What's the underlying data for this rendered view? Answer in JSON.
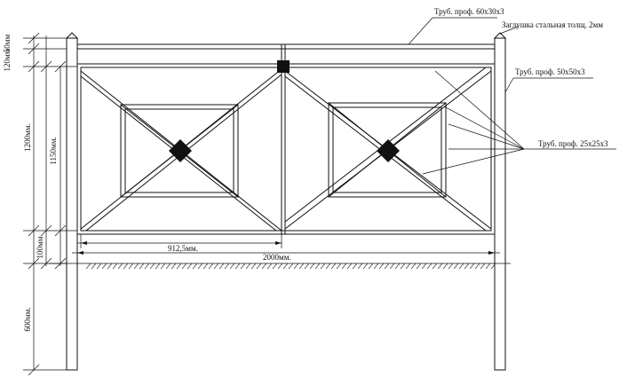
{
  "labels": {
    "top_rail": "Труб. проф. 60х30х3",
    "cap": "Заглушка стальная толщ. 2мм",
    "post_tube": "Труб. проф. 50х50х3",
    "infill_tube": "Труб. проф. 25х25х3"
  },
  "dimensions": {
    "d50": "50мм",
    "d120": "120мм",
    "d1200": "1200мм.",
    "d1150": "1150мм.",
    "d100": "100мм",
    "d600": "600мм.",
    "d912": "912,5мм.",
    "d2000": "2000мм."
  }
}
